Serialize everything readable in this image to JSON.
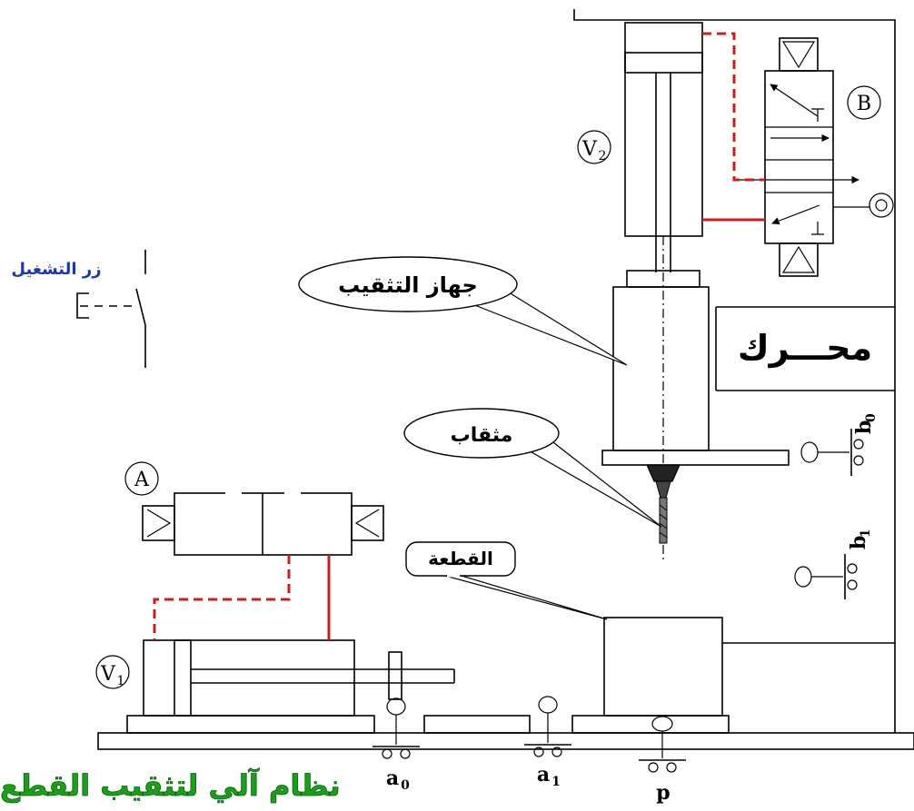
{
  "labels": {
    "start_button": "زر التشغيل",
    "drilling_device": "جهاز التثقيب",
    "motor": "محـــرك",
    "drill_bit": "مثقاب",
    "workpiece": "القطعة",
    "title": "نظام آلي لتثقيب القطع"
  },
  "components": {
    "cylinder_v1": "V",
    "cylinder_v1_sub": "1",
    "cylinder_v2": "V",
    "cylinder_v2_sub": "2",
    "valve_a": "A",
    "valve_b": "B"
  },
  "sensors": {
    "a0": "a",
    "a0_sub": "0",
    "a1": "a",
    "a1_sub": "1",
    "p": "p",
    "b0": "b",
    "b0_sub": "0",
    "b1": "b",
    "b1_sub": "1"
  },
  "colors": {
    "pneumatic_line": "#d01c1c",
    "label_blue": "#1c3aa8",
    "title_green": "#18a018",
    "outline": "#000000"
  }
}
